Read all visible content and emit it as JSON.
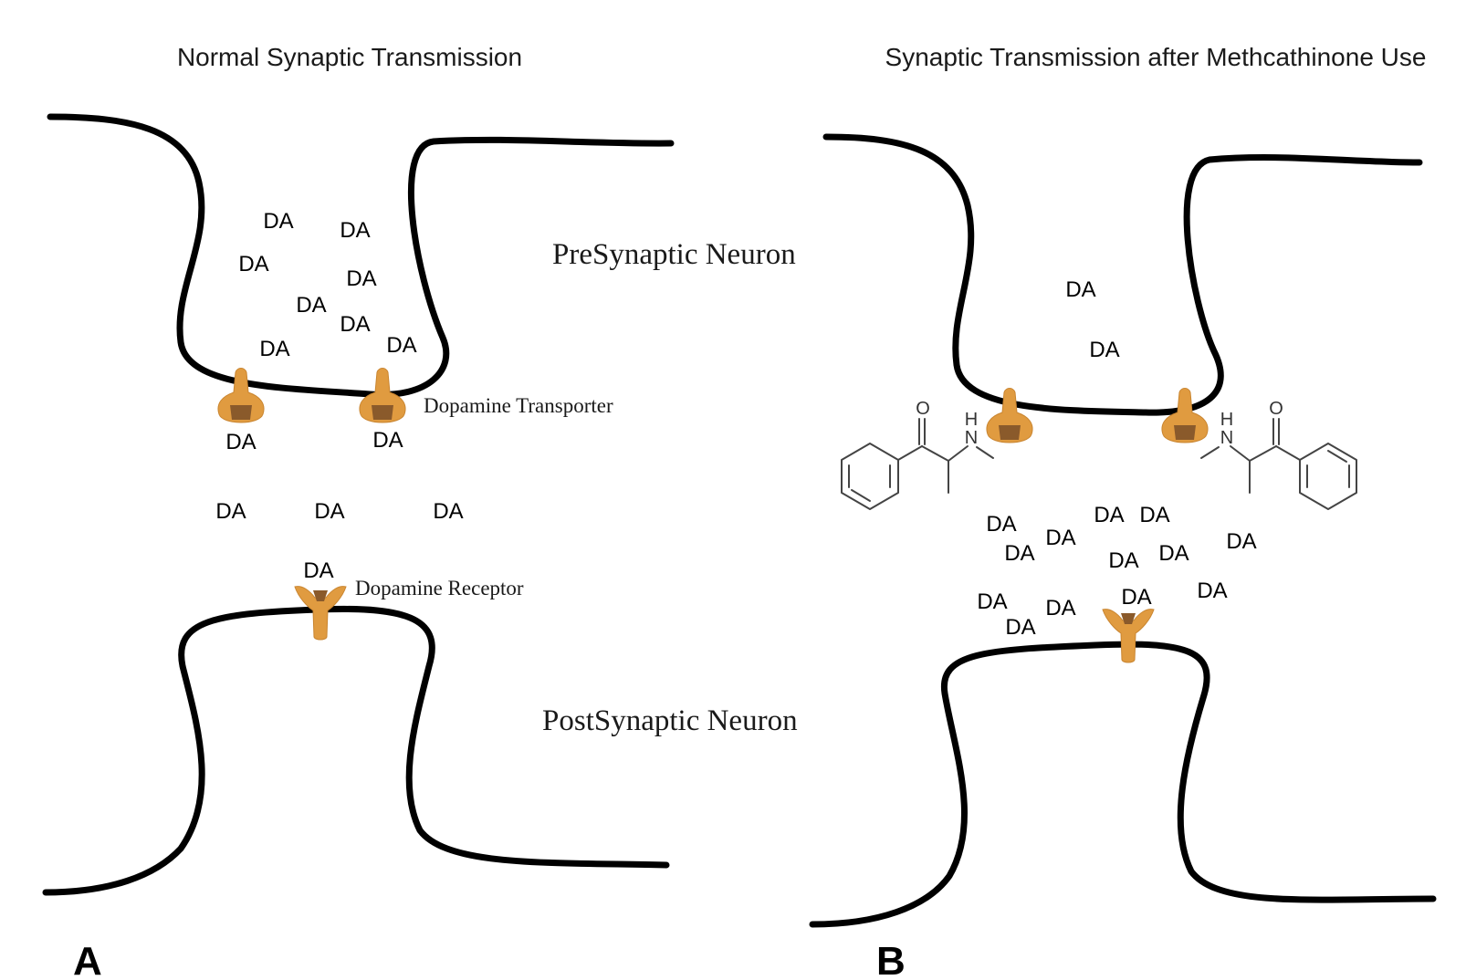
{
  "panel_a": {
    "title": "Normal Synaptic Transmission",
    "panel_letter": "A",
    "presynaptic_label": "PreSynaptic Neuron",
    "postsynaptic_label": "PostSynaptic Neuron",
    "transporter_label": "Dopamine Transporter",
    "receptor_label": "Dopamine Receptor",
    "molecule_label": "DA"
  },
  "panel_b": {
    "title": "Synaptic Transmission after Methcathinone Use",
    "panel_letter": "B",
    "molecule_label": "DA",
    "drug_atoms": {
      "oxygen": "O",
      "hydrogen": "H",
      "nitrogen": "N"
    }
  },
  "colors": {
    "membrane": "#000000",
    "protein": "#E09B40",
    "protein_dark": "#8a5a2b"
  }
}
